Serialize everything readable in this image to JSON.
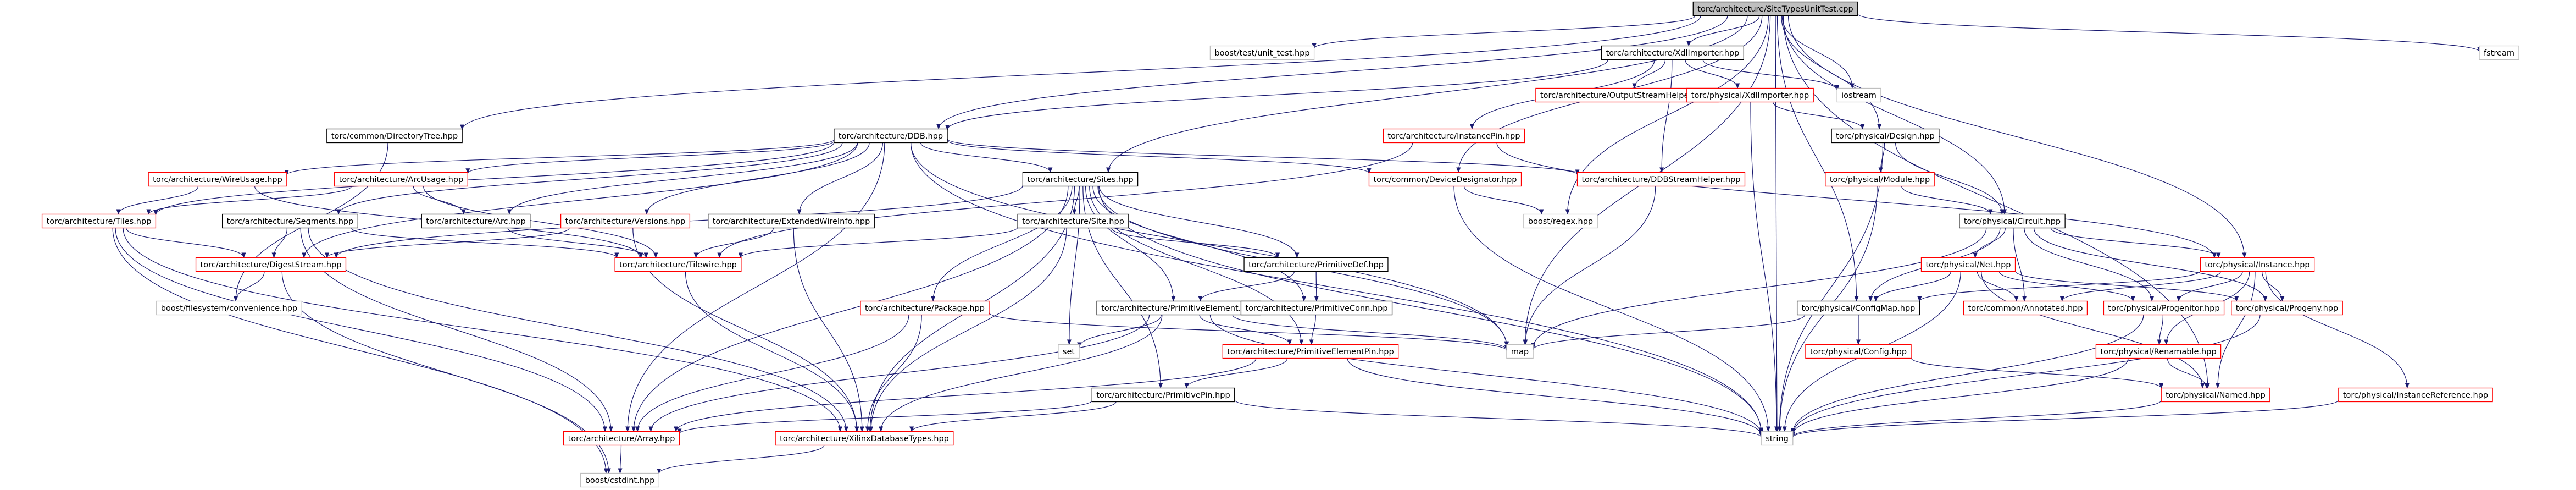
{
  "nodes": {
    "root": {
      "label": "torc/architecture/SiteTypesUnitTest.cpp",
      "style": "root"
    },
    "boost_unit_test": {
      "label": "boost/test/unit_test.hpp",
      "style": "external"
    },
    "xdl_importer": {
      "label": "torc/architecture/XdlImporter.hpp",
      "style": "normal"
    },
    "fstream": {
      "label": "fstream",
      "style": "external"
    },
    "output_stream_helpers": {
      "label": "torc/architecture/OutputStreamHelpers.hpp",
      "style": "red"
    },
    "physical_xdl_importer": {
      "label": "torc/physical/XdlImporter.hpp",
      "style": "red"
    },
    "iostream": {
      "label": "iostream",
      "style": "external"
    },
    "directory_tree": {
      "label": "torc/common/DirectoryTree.hpp",
      "style": "normal"
    },
    "ddb": {
      "label": "torc/architecture/DDB.hpp",
      "style": "normal"
    },
    "instance_pin": {
      "label": "torc/architecture/InstancePin.hpp",
      "style": "red"
    },
    "design": {
      "label": "torc/physical/Design.hpp",
      "style": "normal"
    },
    "wire_usage": {
      "label": "torc/architecture/WireUsage.hpp",
      "style": "red"
    },
    "arc_usage": {
      "label": "torc/architecture/ArcUsage.hpp",
      "style": "red"
    },
    "sites": {
      "label": "torc/architecture/Sites.hpp",
      "style": "normal"
    },
    "device_designator": {
      "label": "torc/common/DeviceDesignator.hpp",
      "style": "red"
    },
    "ddb_stream_helper": {
      "label": "torc/architecture/DDBStreamHelper.hpp",
      "style": "red"
    },
    "module": {
      "label": "torc/physical/Module.hpp",
      "style": "red"
    },
    "tiles": {
      "label": "torc/architecture/Tiles.hpp",
      "style": "red"
    },
    "segments": {
      "label": "torc/architecture/Segments.hpp",
      "style": "normal"
    },
    "arc": {
      "label": "torc/architecture/Arc.hpp",
      "style": "normal"
    },
    "versions": {
      "label": "torc/architecture/Versions.hpp",
      "style": "red"
    },
    "extended_wire_info": {
      "label": "torc/architecture/ExtendedWireInfo.hpp",
      "style": "normal"
    },
    "site": {
      "label": "torc/architecture/Site.hpp",
      "style": "normal"
    },
    "boost_regex": {
      "label": "boost/regex.hpp",
      "style": "external"
    },
    "circuit": {
      "label": "torc/physical/Circuit.hpp",
      "style": "normal"
    },
    "digest_stream": {
      "label": "torc/architecture/DigestStream.hpp",
      "style": "red"
    },
    "tilewire": {
      "label": "torc/architecture/Tilewire.hpp",
      "style": "red"
    },
    "primitive_def": {
      "label": "torc/architecture/PrimitiveDef.hpp",
      "style": "normal"
    },
    "net": {
      "label": "torc/physical/Net.hpp",
      "style": "red"
    },
    "instance": {
      "label": "torc/physical/Instance.hpp",
      "style": "red"
    },
    "boost_fs_convenience": {
      "label": "boost/filesystem/convenience.hpp",
      "style": "external"
    },
    "package": {
      "label": "torc/architecture/Package.hpp",
      "style": "red"
    },
    "primitive_element": {
      "label": "torc/architecture/PrimitiveElement.hpp",
      "style": "normal"
    },
    "primitive_conn": {
      "label": "torc/architecture/PrimitiveConn.hpp",
      "style": "normal"
    },
    "config_map": {
      "label": "torc/physical/ConfigMap.hpp",
      "style": "normal"
    },
    "annotated": {
      "label": "torc/common/Annotated.hpp",
      "style": "red"
    },
    "progenitor": {
      "label": "torc/physical/Progenitor.hpp",
      "style": "red"
    },
    "progeny": {
      "label": "torc/physical/Progeny.hpp",
      "style": "red"
    },
    "set": {
      "label": "set",
      "style": "external"
    },
    "map": {
      "label": "map",
      "style": "external"
    },
    "primitive_element_pin": {
      "label": "torc/architecture/PrimitiveElementPin.hpp",
      "style": "red"
    },
    "config": {
      "label": "torc/physical/Config.hpp",
      "style": "red"
    },
    "renamable": {
      "label": "torc/physical/Renamable.hpp",
      "style": "red"
    },
    "primitive_pin": {
      "label": "torc/architecture/PrimitivePin.hpp",
      "style": "normal"
    },
    "named": {
      "label": "torc/physical/Named.hpp",
      "style": "red"
    },
    "instance_reference": {
      "label": "torc/physical/InstanceReference.hpp",
      "style": "red"
    },
    "array": {
      "label": "torc/architecture/Array.hpp",
      "style": "red"
    },
    "xilinx_db_types": {
      "label": "torc/architecture/XilinxDatabaseTypes.hpp",
      "style": "red"
    },
    "string": {
      "label": "string",
      "style": "external"
    },
    "boost_cstdint": {
      "label": "boost/cstdint.hpp",
      "style": "external"
    }
  },
  "edges": [
    [
      "root",
      "boost_unit_test"
    ],
    [
      "root",
      "xdl_importer"
    ],
    [
      "root",
      "fstream"
    ],
    [
      "root",
      "iostream"
    ],
    [
      "root",
      "directory_tree"
    ],
    [
      "root",
      "ddb"
    ],
    [
      "root",
      "device_designator"
    ],
    [
      "root",
      "design"
    ],
    [
      "root",
      "circuit"
    ],
    [
      "root",
      "instance"
    ],
    [
      "root",
      "config_map"
    ],
    [
      "root",
      "named"
    ],
    [
      "root",
      "string"
    ],
    [
      "root",
      "sites"
    ],
    [
      "root",
      "boost_regex"
    ],
    [
      "root",
      "map"
    ],
    [
      "xdl_importer",
      "output_stream_helpers"
    ],
    [
      "xdl_importer",
      "physical_xdl_importer"
    ],
    [
      "xdl_importer",
      "iostream"
    ],
    [
      "xdl_importer",
      "ddb"
    ],
    [
      "xdl_importer",
      "instance_pin"
    ],
    [
      "xdl_importer",
      "ddb_stream_helper"
    ],
    [
      "physical_xdl_importer",
      "design"
    ],
    [
      "physical_xdl_importer",
      "string"
    ],
    [
      "directory_tree",
      "boost_fs_convenience"
    ],
    [
      "ddb",
      "wire_usage"
    ],
    [
      "ddb",
      "arc_usage"
    ],
    [
      "ddb",
      "sites"
    ],
    [
      "ddb",
      "device_designator"
    ],
    [
      "ddb",
      "ddb_stream_helper"
    ],
    [
      "ddb",
      "tiles"
    ],
    [
      "ddb",
      "segments"
    ],
    [
      "ddb",
      "arc"
    ],
    [
      "ddb",
      "versions"
    ],
    [
      "ddb",
      "extended_wire_info"
    ],
    [
      "ddb",
      "digest_stream"
    ],
    [
      "ddb",
      "map"
    ],
    [
      "ddb",
      "string"
    ],
    [
      "ddb",
      "array"
    ],
    [
      "instance_pin",
      "tilewire"
    ],
    [
      "instance_pin",
      "instance"
    ],
    [
      "design",
      "module"
    ],
    [
      "design",
      "circuit"
    ],
    [
      "design",
      "string"
    ],
    [
      "wire_usage",
      "tiles"
    ],
    [
      "wire_usage",
      "tilewire"
    ],
    [
      "arc_usage",
      "tiles"
    ],
    [
      "arc_usage",
      "arc"
    ],
    [
      "arc_usage",
      "tilewire"
    ],
    [
      "sites",
      "site"
    ],
    [
      "sites",
      "primitive_def"
    ],
    [
      "sites",
      "primitive_element"
    ],
    [
      "sites",
      "primitive_conn"
    ],
    [
      "sites",
      "primitive_element_pin"
    ],
    [
      "sites",
      "primitive_pin"
    ],
    [
      "sites",
      "package"
    ],
    [
      "sites",
      "array"
    ],
    [
      "sites",
      "xilinx_db_types"
    ],
    [
      "sites",
      "digest_stream"
    ],
    [
      "sites",
      "string"
    ],
    [
      "sites",
      "set"
    ],
    [
      "sites",
      "map"
    ],
    [
      "device_designator",
      "boost_regex"
    ],
    [
      "device_designator",
      "string"
    ],
    [
      "ddb_stream_helper",
      "map"
    ],
    [
      "module",
      "circuit"
    ],
    [
      "module",
      "string"
    ],
    [
      "tiles",
      "digest_stream"
    ],
    [
      "tiles",
      "array"
    ],
    [
      "tiles",
      "xilinx_db_types"
    ],
    [
      "tiles",
      "boost_cstdint"
    ],
    [
      "segments",
      "digest_stream"
    ],
    [
      "segments",
      "tilewire"
    ],
    [
      "segments",
      "array"
    ],
    [
      "segments",
      "xilinx_db_types"
    ],
    [
      "arc",
      "tilewire"
    ],
    [
      "versions",
      "digest_stream"
    ],
    [
      "versions",
      "xilinx_db_types"
    ],
    [
      "extended_wire_info",
      "tilewire"
    ],
    [
      "extended_wire_info",
      "xilinx_db_types"
    ],
    [
      "site",
      "primitive_def"
    ],
    [
      "site",
      "tilewire"
    ],
    [
      "site",
      "xilinx_db_types"
    ],
    [
      "circuit",
      "net"
    ],
    [
      "circuit",
      "instance"
    ],
    [
      "circuit",
      "config_map"
    ],
    [
      "circuit",
      "progenitor"
    ],
    [
      "circuit",
      "progeny"
    ],
    [
      "circuit",
      "annotated"
    ],
    [
      "circuit",
      "map"
    ],
    [
      "digest_stream",
      "boost_fs_convenience"
    ],
    [
      "digest_stream",
      "boost_cstdint"
    ],
    [
      "tilewire",
      "xilinx_db_types"
    ],
    [
      "primitive_def",
      "primitive_element"
    ],
    [
      "primitive_def",
      "primitive_conn"
    ],
    [
      "net",
      "config_map"
    ],
    [
      "net",
      "progenitor"
    ],
    [
      "net",
      "progeny"
    ],
    [
      "net",
      "annotated"
    ],
    [
      "net",
      "named"
    ],
    [
      "net",
      "string"
    ],
    [
      "instance",
      "config_map"
    ],
    [
      "instance",
      "progenitor"
    ],
    [
      "instance",
      "progeny"
    ],
    [
      "instance",
      "annotated"
    ],
    [
      "instance",
      "instance_reference"
    ],
    [
      "instance",
      "renamable"
    ],
    [
      "instance",
      "named"
    ],
    [
      "package",
      "array"
    ],
    [
      "package",
      "xilinx_db_types"
    ],
    [
      "package",
      "map"
    ],
    [
      "primitive_element",
      "primitive_element_pin"
    ],
    [
      "primitive_element",
      "array"
    ],
    [
      "primitive_element",
      "xilinx_db_types"
    ],
    [
      "primitive_element",
      "set"
    ],
    [
      "primitive_element",
      "map"
    ],
    [
      "primitive_element",
      "string"
    ],
    [
      "primitive_conn",
      "primitive_element_pin"
    ],
    [
      "config_map",
      "config"
    ],
    [
      "config_map",
      "map"
    ],
    [
      "progenitor",
      "renamable"
    ],
    [
      "progenitor",
      "string"
    ],
    [
      "progeny",
      "string"
    ],
    [
      "primitive_element_pin",
      "primitive_pin"
    ],
    [
      "primitive_element_pin",
      "array"
    ],
    [
      "primitive_element_pin",
      "string"
    ],
    [
      "config",
      "named"
    ],
    [
      "renamable",
      "named"
    ],
    [
      "renamable",
      "string"
    ],
    [
      "primitive_pin",
      "array"
    ],
    [
      "primitive_pin",
      "xilinx_db_types"
    ],
    [
      "primitive_pin",
      "string"
    ],
    [
      "named",
      "string"
    ],
    [
      "instance_reference",
      "string"
    ],
    [
      "array",
      "boost_cstdint"
    ],
    [
      "xilinx_db_types",
      "boost_cstdint"
    ]
  ],
  "colors": {
    "edge": "#191970",
    "root_fill": "#bfbfbf",
    "normal_border": "#000000",
    "red_border": "#ff0000",
    "external_border": "#bfbfbf",
    "text": "#000000"
  }
}
